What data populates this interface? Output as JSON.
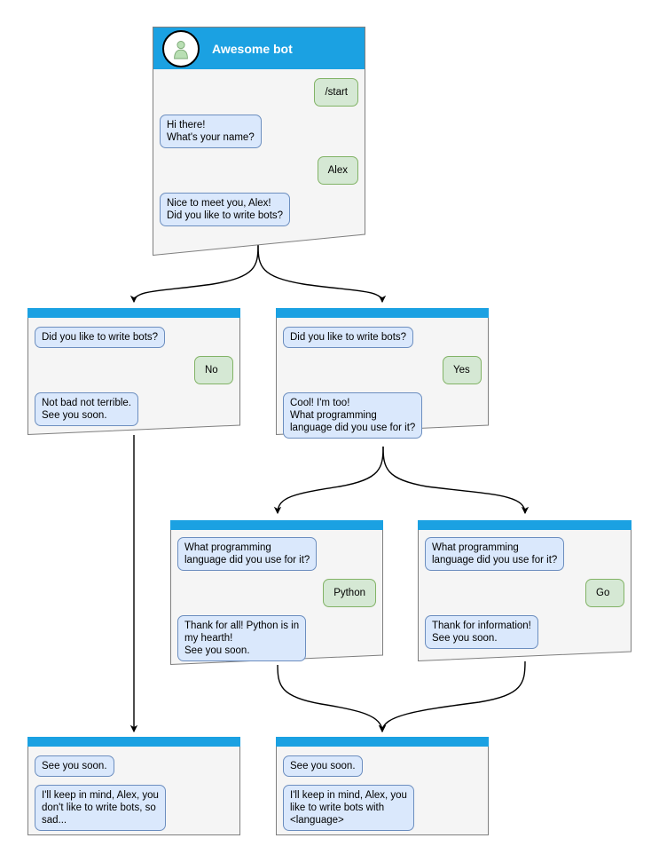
{
  "diagram": {
    "type": "bot-conversation-flowchart",
    "colors": {
      "header_blue": "#1ba1e2",
      "bot_bubble_fill": "#dae8fc",
      "bot_bubble_border": "#6c8ebf",
      "user_bubble_fill": "#d5e8d4",
      "user_bubble_border": "#82b366",
      "node_fill": "#f5f5f5",
      "node_border": "#7f7f7f",
      "edge": "#000000",
      "avatar_person": "#b9dfb4"
    }
  },
  "nodes": {
    "root": {
      "id": "root",
      "title": "Awesome bot",
      "avatar_icon": "person-avatar-icon",
      "messages": [
        {
          "role": "user",
          "text": "/start"
        },
        {
          "role": "bot",
          "text": "Hi there!\nWhat's your name?"
        },
        {
          "role": "user",
          "text": "Alex"
        },
        {
          "role": "bot",
          "text": "Nice to meet you, Alex!\nDid you like to write bots?"
        }
      ]
    },
    "no_branch": {
      "id": "no_branch",
      "messages": [
        {
          "role": "bot",
          "text": "Did you like to write bots?"
        },
        {
          "role": "user",
          "text": "No"
        },
        {
          "role": "bot",
          "text": "Not bad not terrible.\nSee you soon."
        }
      ]
    },
    "yes_branch": {
      "id": "yes_branch",
      "messages": [
        {
          "role": "bot",
          "text": "Did you like to write bots?"
        },
        {
          "role": "user",
          "text": "Yes"
        },
        {
          "role": "bot",
          "text": "Cool! I'm too!\nWhat programming\nlanguage did you use for it?"
        }
      ]
    },
    "python_branch": {
      "id": "python_branch",
      "messages": [
        {
          "role": "bot",
          "text": "What programming\nlanguage did you use for it?"
        },
        {
          "role": "user",
          "text": "Python"
        },
        {
          "role": "bot",
          "text": "Thank for all! Python is in\nmy hearth!\nSee you soon."
        }
      ]
    },
    "go_branch": {
      "id": "go_branch",
      "messages": [
        {
          "role": "bot",
          "text": "What programming\nlanguage did you use for it?"
        },
        {
          "role": "user",
          "text": "Go"
        },
        {
          "role": "bot",
          "text": "Thank for information!\nSee you soon."
        }
      ]
    },
    "end_no": {
      "id": "end_no",
      "messages": [
        {
          "role": "bot",
          "text": "See you soon."
        },
        {
          "role": "bot",
          "text": "I'll keep in mind, Alex, you\ndon't like to write bots, so\nsad..."
        }
      ]
    },
    "end_yes": {
      "id": "end_yes",
      "messages": [
        {
          "role": "bot",
          "text": "See you soon."
        },
        {
          "role": "bot",
          "text": "I'll keep in mind, Alex, you\nlike to write bots with\n<language>"
        }
      ]
    }
  },
  "edges": [
    {
      "from": "root",
      "to": "no_branch"
    },
    {
      "from": "root",
      "to": "yes_branch"
    },
    {
      "from": "no_branch",
      "to": "end_no"
    },
    {
      "from": "yes_branch",
      "to": "python_branch"
    },
    {
      "from": "yes_branch",
      "to": "go_branch"
    },
    {
      "from": "python_branch",
      "to": "end_yes"
    },
    {
      "from": "go_branch",
      "to": "end_yes"
    }
  ]
}
